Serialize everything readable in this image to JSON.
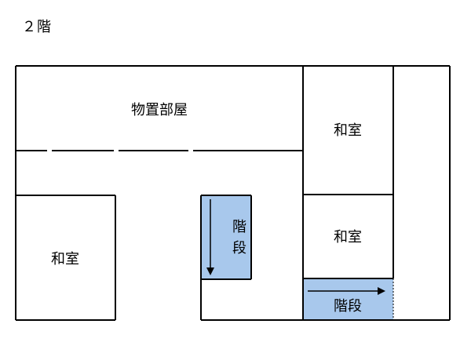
{
  "floor": {
    "label": "２階"
  },
  "rooms": {
    "storage": {
      "label": "物置部屋"
    },
    "washitsu_left": {
      "label": "和室"
    },
    "washitsu_top_right": {
      "label": "和室"
    },
    "washitsu_mid_right": {
      "label": "和室"
    }
  },
  "stairs": {
    "center": {
      "label_line1": "階",
      "label_line2": "段",
      "direction": "down"
    },
    "right": {
      "label": "階段",
      "direction": "right"
    }
  },
  "colors": {
    "wall": "#000000",
    "stairs_fill": "#a8c8ec",
    "background": "#ffffff"
  }
}
